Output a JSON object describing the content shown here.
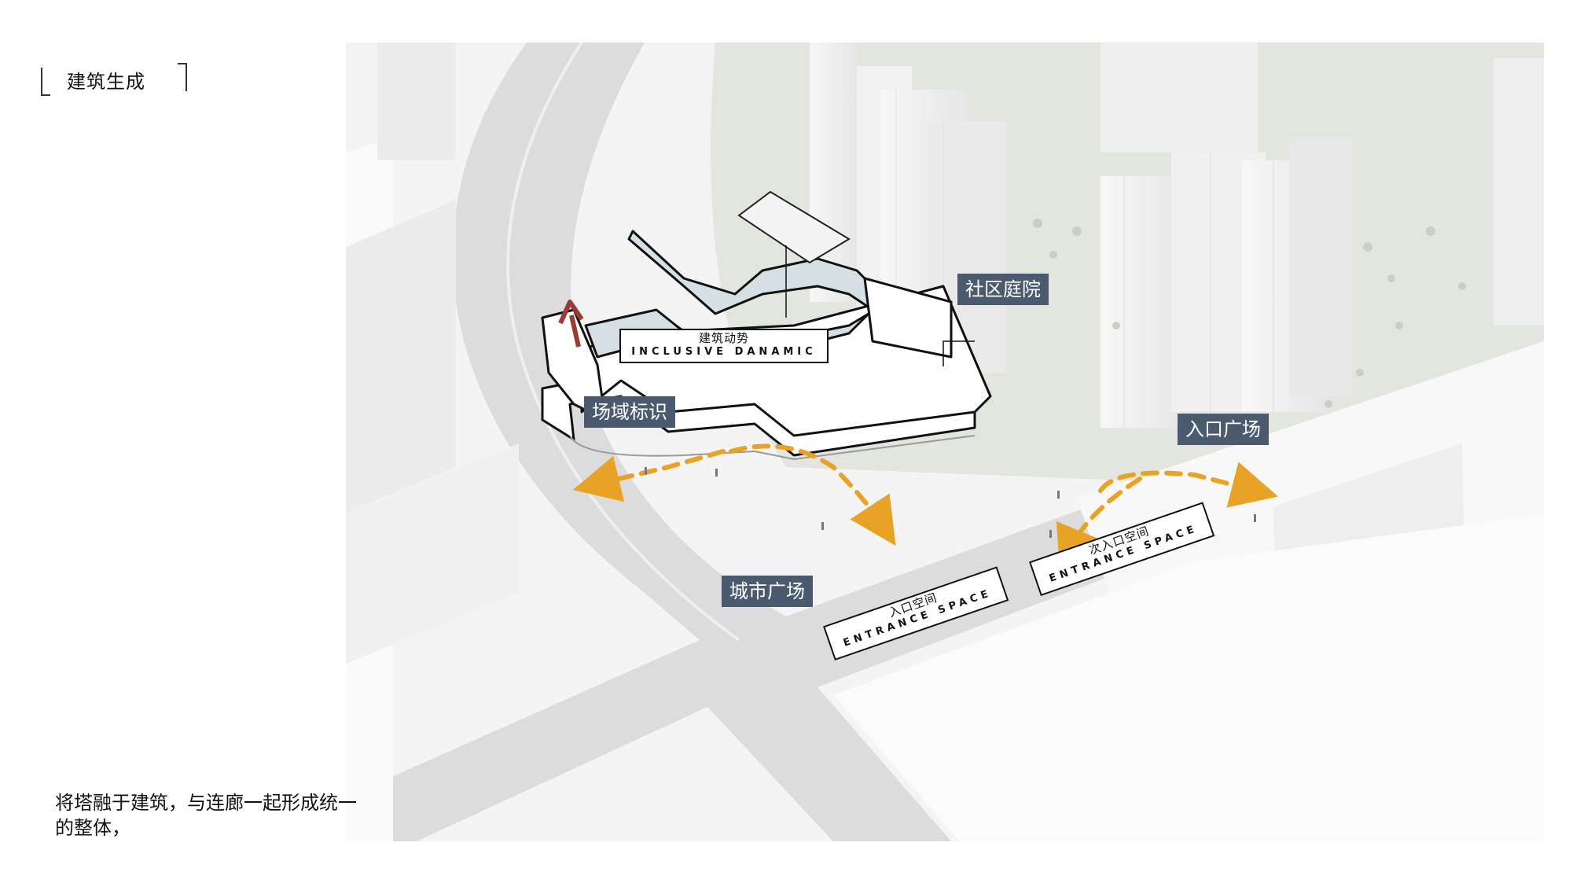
{
  "title": "建筑生成",
  "caption": "将塔融于建筑，与连廊一起形成统一的整体，",
  "labels": {
    "community_courtyard": "社区庭院",
    "site_landmark": "场域标识",
    "entrance_plaza": "入口广场",
    "city_plaza": "城市广场",
    "dynamic_cn": "建筑动势",
    "dynamic_en": "INCLUSIVE DANAMIC",
    "entrance_cn": "入口空间",
    "entrance_en": "ENTRANCE SPACE",
    "secondary_entrance_cn": "次入口空间",
    "secondary_entrance_en": "ENTRANCE SPACE"
  },
  "colors": {
    "tag_bg": "#4b5a6f",
    "arrow_orange": "#e8a225",
    "arrow_red": "#9b3a35",
    "roof_fill": "#d4e0e3",
    "green_area": "#dfe3da",
    "road": "#dcdcdc"
  }
}
